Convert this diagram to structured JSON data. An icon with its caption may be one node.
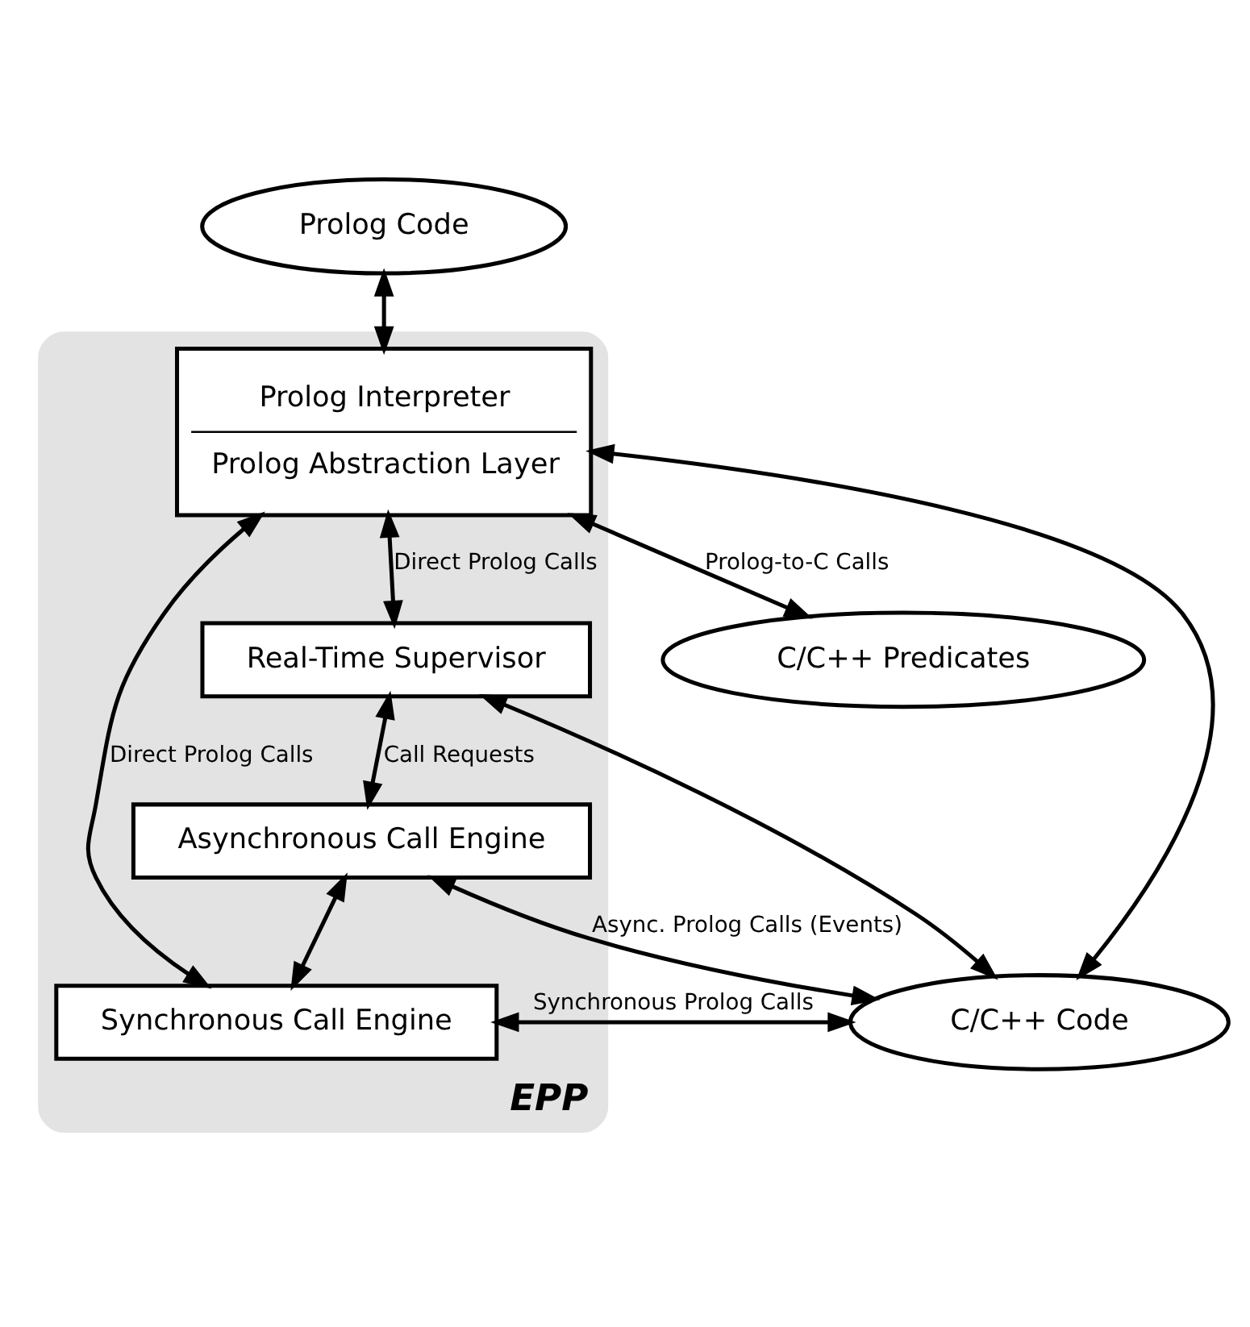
{
  "diagram": {
    "nodes": [
      {
        "text": [
          "Prolog Code"
        ]
      },
      {
        "text": [
          "EPP"
        ]
      },
      {
        "text": [
          "Prolog Interpreter",
          "Prolog Abstraction Layer"
        ],
        "in": 1
      },
      {
        "text": [
          "Real-Time Supervisor"
        ],
        "in": 1
      },
      {
        "text": [
          "Asynchronous Call Engine"
        ],
        "in": 1
      },
      {
        "text": [
          "Synchronous Call Engine"
        ],
        "in": 1
      },
      {
        "text": [
          "C/C++ Predicates"
        ]
      },
      {
        "text": [
          "C/C++ Code"
        ]
      }
    ],
    "edges": [
      {
        "from": 0,
        "to": 2,
        "arrow": "both"
      },
      {
        "from": 2,
        "to": 3,
        "arrow": "both",
        "label": "Direct Prolog Calls"
      },
      {
        "from": 3,
        "to": 4,
        "arrow": "both",
        "label": "Call Requests"
      },
      {
        "from": 2,
        "to": 5,
        "arrow": "both",
        "label": "Direct Prolog Calls"
      },
      {
        "from": 4,
        "to": 5,
        "arrow": "both"
      },
      {
        "from": 2,
        "to": 6,
        "arrow": "both",
        "label": "Prolog-to-C Calls"
      },
      {
        "from": 5,
        "to": 7,
        "arrow": "both",
        "label": "Synchronous Prolog Calls"
      },
      {
        "from": 4,
        "to": 7,
        "arrow": "both",
        "label": "Async. Prolog Calls (Events)"
      },
      {
        "from": 7,
        "to": 2,
        "arrow": "both"
      },
      {
        "from": 7,
        "to": 3,
        "arrow": "both"
      }
    ]
  }
}
